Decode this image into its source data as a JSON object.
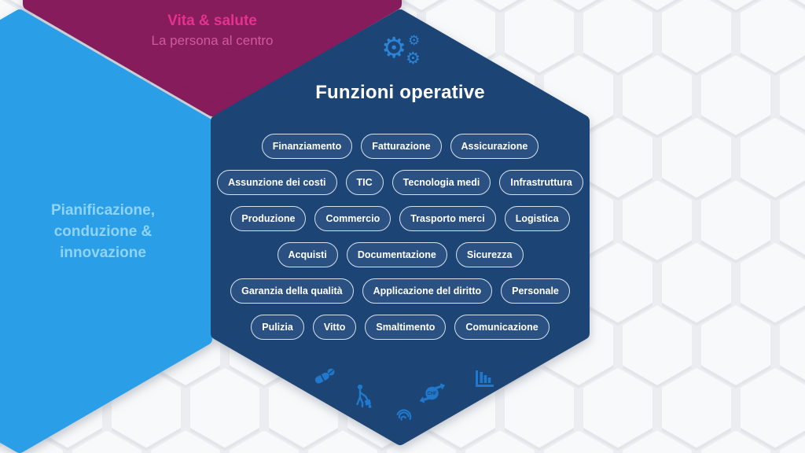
{
  "colors": {
    "background": "#ecedf0",
    "pattern_hex_fill": "#f8f9fa",
    "vita_hex_fill": "#861a5c",
    "vita_title_color": "#e6318f",
    "vita_subtitle_color": "#d05a9f",
    "pianificazione_hex_fill": "#2b9fe8",
    "pianificazione_text_color": "#8fd3f6",
    "funzioni_hex_fill": "#1e4476",
    "pill_fill": "#2b5183",
    "pill_border": "#d6e1ed",
    "pill_text": "#ffffff",
    "icon_blue": "#2079cc",
    "gear_blue": "#2b84d6",
    "title_white": "#ffffff"
  },
  "hexagons": {
    "vita": {
      "title": "Vita & salute",
      "subtitle": "La persona al centro"
    },
    "pianificazione": {
      "lines": [
        "Pianificazione,",
        "conduzione &",
        "innovazione"
      ]
    },
    "funzioni": {
      "title": "Funzioni operative",
      "top_icon": "gears-icon",
      "rows": [
        [
          "Finanziamento",
          "Fatturazione",
          "Assicurazione"
        ],
        [
          "Assunzione dei costi",
          "TIC",
          "Tecnologia medi",
          "Infrastruttura"
        ],
        [
          "Produzione",
          "Commercio",
          "Trasporto merci",
          "Logistica"
        ],
        [
          "Acquisti",
          "Documentazione",
          "Sicurezza"
        ],
        [
          "Garanzia della qualità",
          "Applicazione del diritto",
          "Personale"
        ],
        [
          "Pulizia",
          "Vitto",
          "Smaltimento",
          "Comunicazione"
        ]
      ],
      "bottom_icons": [
        "medication-pills-icon",
        "porter-luggage-icon",
        "fingerprint-icon",
        "chf-currency-exchange-icon",
        "bar-chart-icon"
      ],
      "chf_label": "CHF"
    }
  },
  "icons": {
    "gear_glyph": "⚙"
  }
}
